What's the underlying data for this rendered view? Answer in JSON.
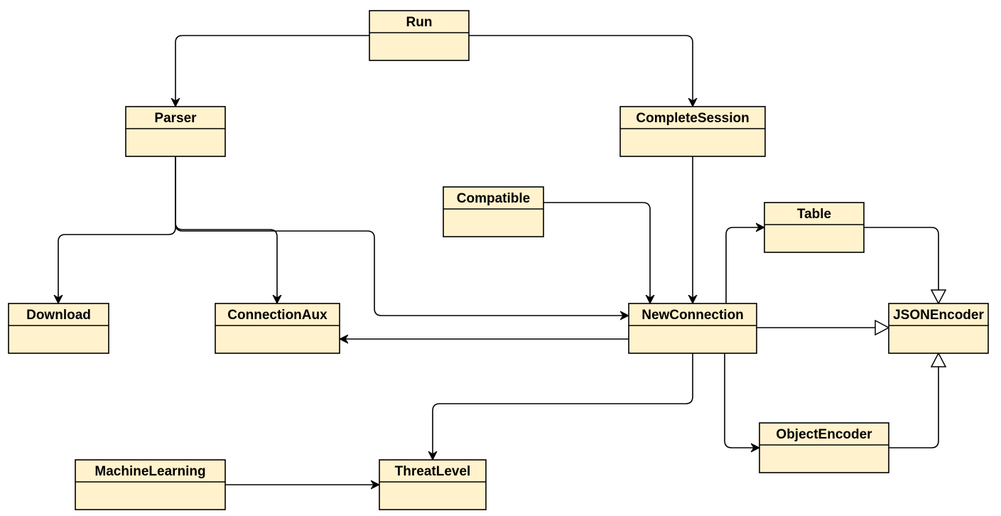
{
  "colors": {
    "box_fill": "#fff2cc",
    "box_stroke": "#000000",
    "edge_stroke": "#000000",
    "background": "#ffffff"
  },
  "classes": [
    {
      "id": "run",
      "name": "Run"
    },
    {
      "id": "parser",
      "name": "Parser"
    },
    {
      "id": "complete-session",
      "name": "CompleteSession"
    },
    {
      "id": "compatible",
      "name": "Compatible"
    },
    {
      "id": "table",
      "name": "Table"
    },
    {
      "id": "download",
      "name": "Download"
    },
    {
      "id": "connection-aux",
      "name": "ConnectionAux"
    },
    {
      "id": "new-connection",
      "name": "NewConnection"
    },
    {
      "id": "json-encoder",
      "name": "JSONEncoder"
    },
    {
      "id": "object-encoder",
      "name": "ObjectEncoder"
    },
    {
      "id": "machine-learning",
      "name": "MachineLearning"
    },
    {
      "id": "threat-level",
      "name": "ThreatLevel"
    }
  ],
  "relations": [
    {
      "from": "run",
      "to": "parser",
      "type": "association"
    },
    {
      "from": "run",
      "to": "complete-session",
      "type": "association"
    },
    {
      "from": "parser",
      "to": "download",
      "type": "association"
    },
    {
      "from": "parser",
      "to": "connection-aux",
      "type": "association"
    },
    {
      "from": "parser",
      "to": "new-connection",
      "type": "association"
    },
    {
      "from": "complete-session",
      "to": "new-connection",
      "type": "association"
    },
    {
      "from": "compatible",
      "to": "new-connection",
      "type": "association"
    },
    {
      "from": "new-connection",
      "to": "connection-aux",
      "type": "association"
    },
    {
      "from": "new-connection",
      "to": "table",
      "type": "association"
    },
    {
      "from": "new-connection",
      "to": "json-encoder",
      "type": "generalization"
    },
    {
      "from": "new-connection",
      "to": "object-encoder",
      "type": "association"
    },
    {
      "from": "new-connection",
      "to": "threat-level",
      "type": "association"
    },
    {
      "from": "table",
      "to": "json-encoder",
      "type": "generalization"
    },
    {
      "from": "object-encoder",
      "to": "json-encoder",
      "type": "generalization"
    },
    {
      "from": "machine-learning",
      "to": "threat-level",
      "type": "association"
    }
  ]
}
